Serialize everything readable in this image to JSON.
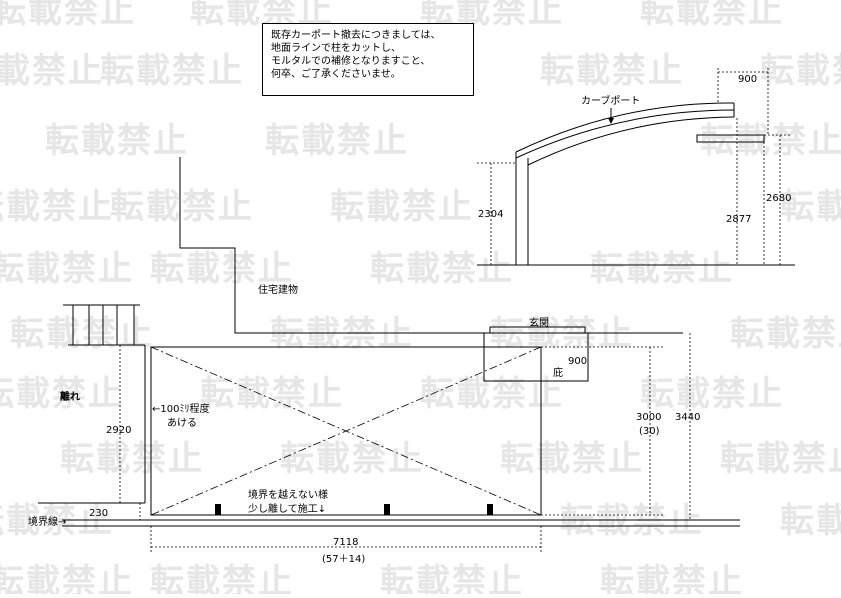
{
  "watermark": "転載禁止",
  "note": {
    "lines": [
      "既存カーポート撤去につきましては、",
      "地面ラインで柱をカットし、",
      "モルタルでの補修となりますこと、",
      "何卒、ご了承くださいませ。"
    ]
  },
  "labels": {
    "carport": "カーブポート",
    "house": "住宅建物",
    "entrance": "玄関",
    "eave": "庇",
    "annex": "離れ",
    "gap_note_1": "←100ﾐﾘ程度",
    "gap_note_2": "あける",
    "boundary_note_1": "境界を越えない様",
    "boundary_note_2": "少し離して施工↓",
    "boundary_line": "境界線→"
  },
  "dimensions": {
    "d900_top": "900",
    "d2304": "2304",
    "d2877": "2877",
    "d2680": "2680",
    "d900_eave": "900",
    "d3000": "3000",
    "d3000_sub": "(30)",
    "d3440": "3440",
    "d2920": "2920",
    "d230": "230",
    "d7118": "7118",
    "d7118_sub": "(57＋14)"
  }
}
